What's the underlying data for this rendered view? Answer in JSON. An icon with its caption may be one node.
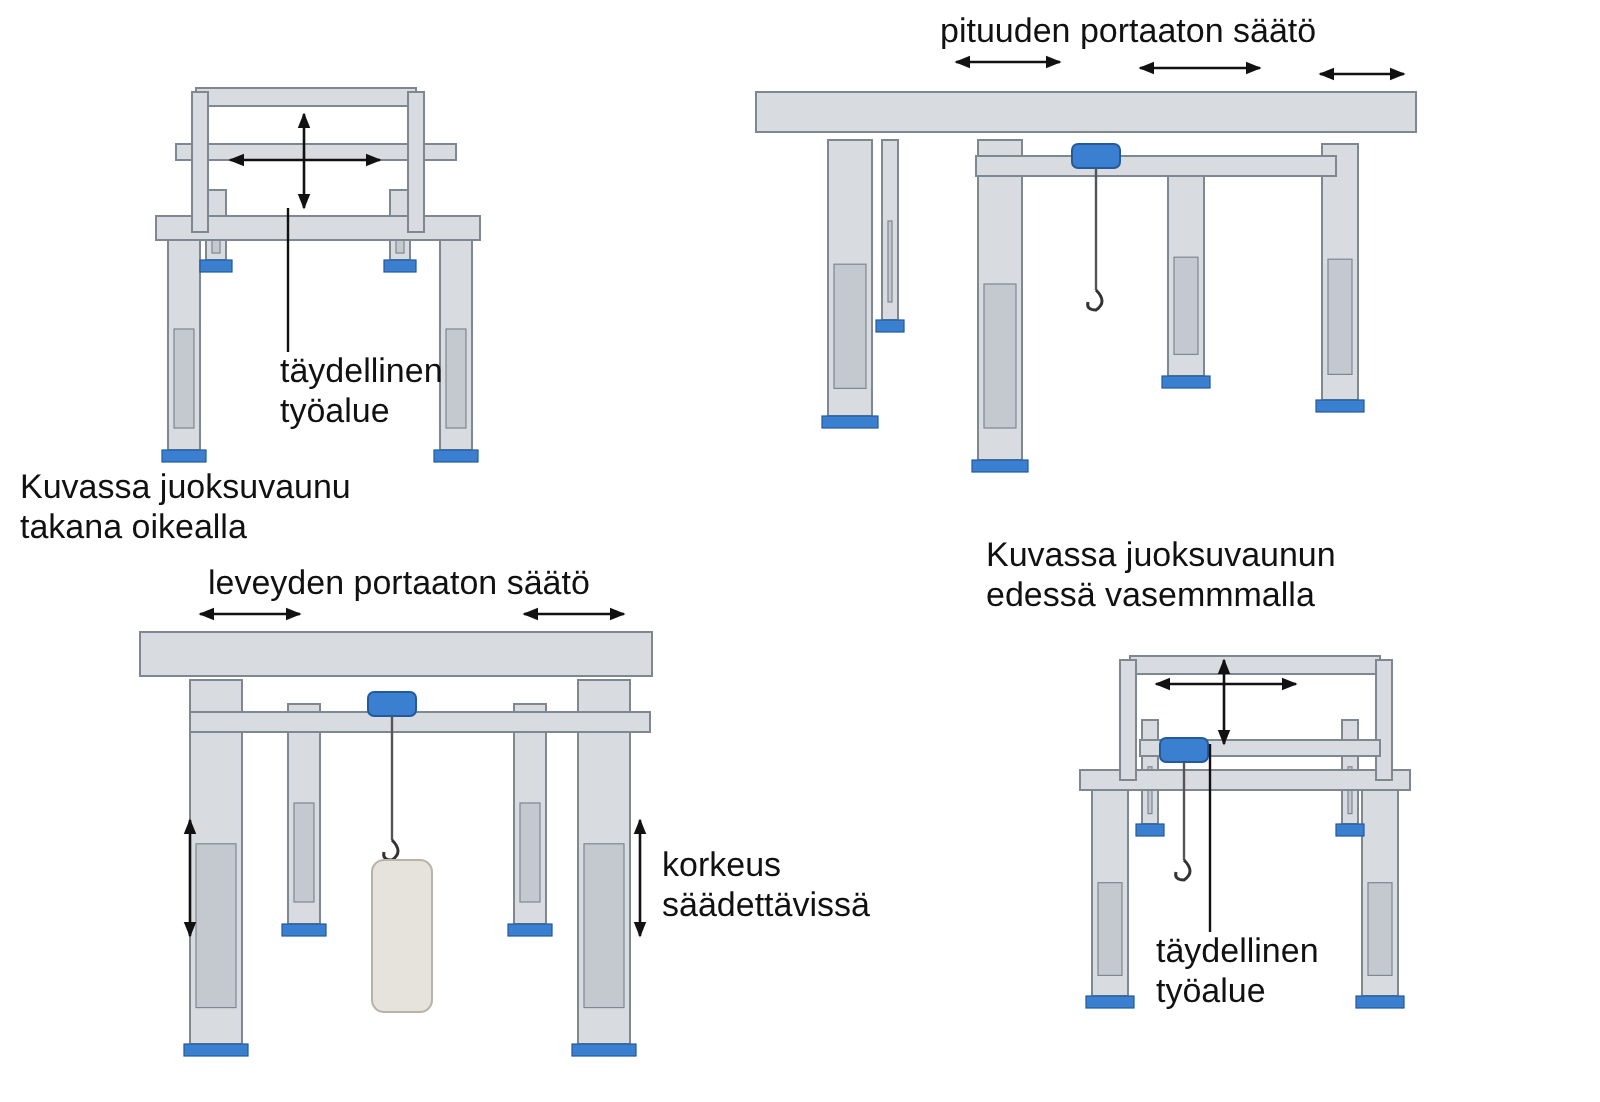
{
  "diagram": {
    "nodes": [
      {
        "text": [
          "täydellinen työalue"
        ]
      },
      {
        "text": [
          "täydellinen työalue"
        ]
      }
    ],
    "edges": [
      {
        "from": 0,
        "to": null,
        "arrow": "none"
      },
      {
        "from": 1,
        "to": null,
        "arrow": "none"
      }
    ],
    "labels": [
      "pituuden portaaton säätö",
      "Kuvassa juoksuvaunu takana oikealla",
      "leveyden portaaton säätö",
      "Kuvassa juoksuvaunun edessä vasemmmalla",
      "korkeus säädettävissä"
    ]
  }
}
